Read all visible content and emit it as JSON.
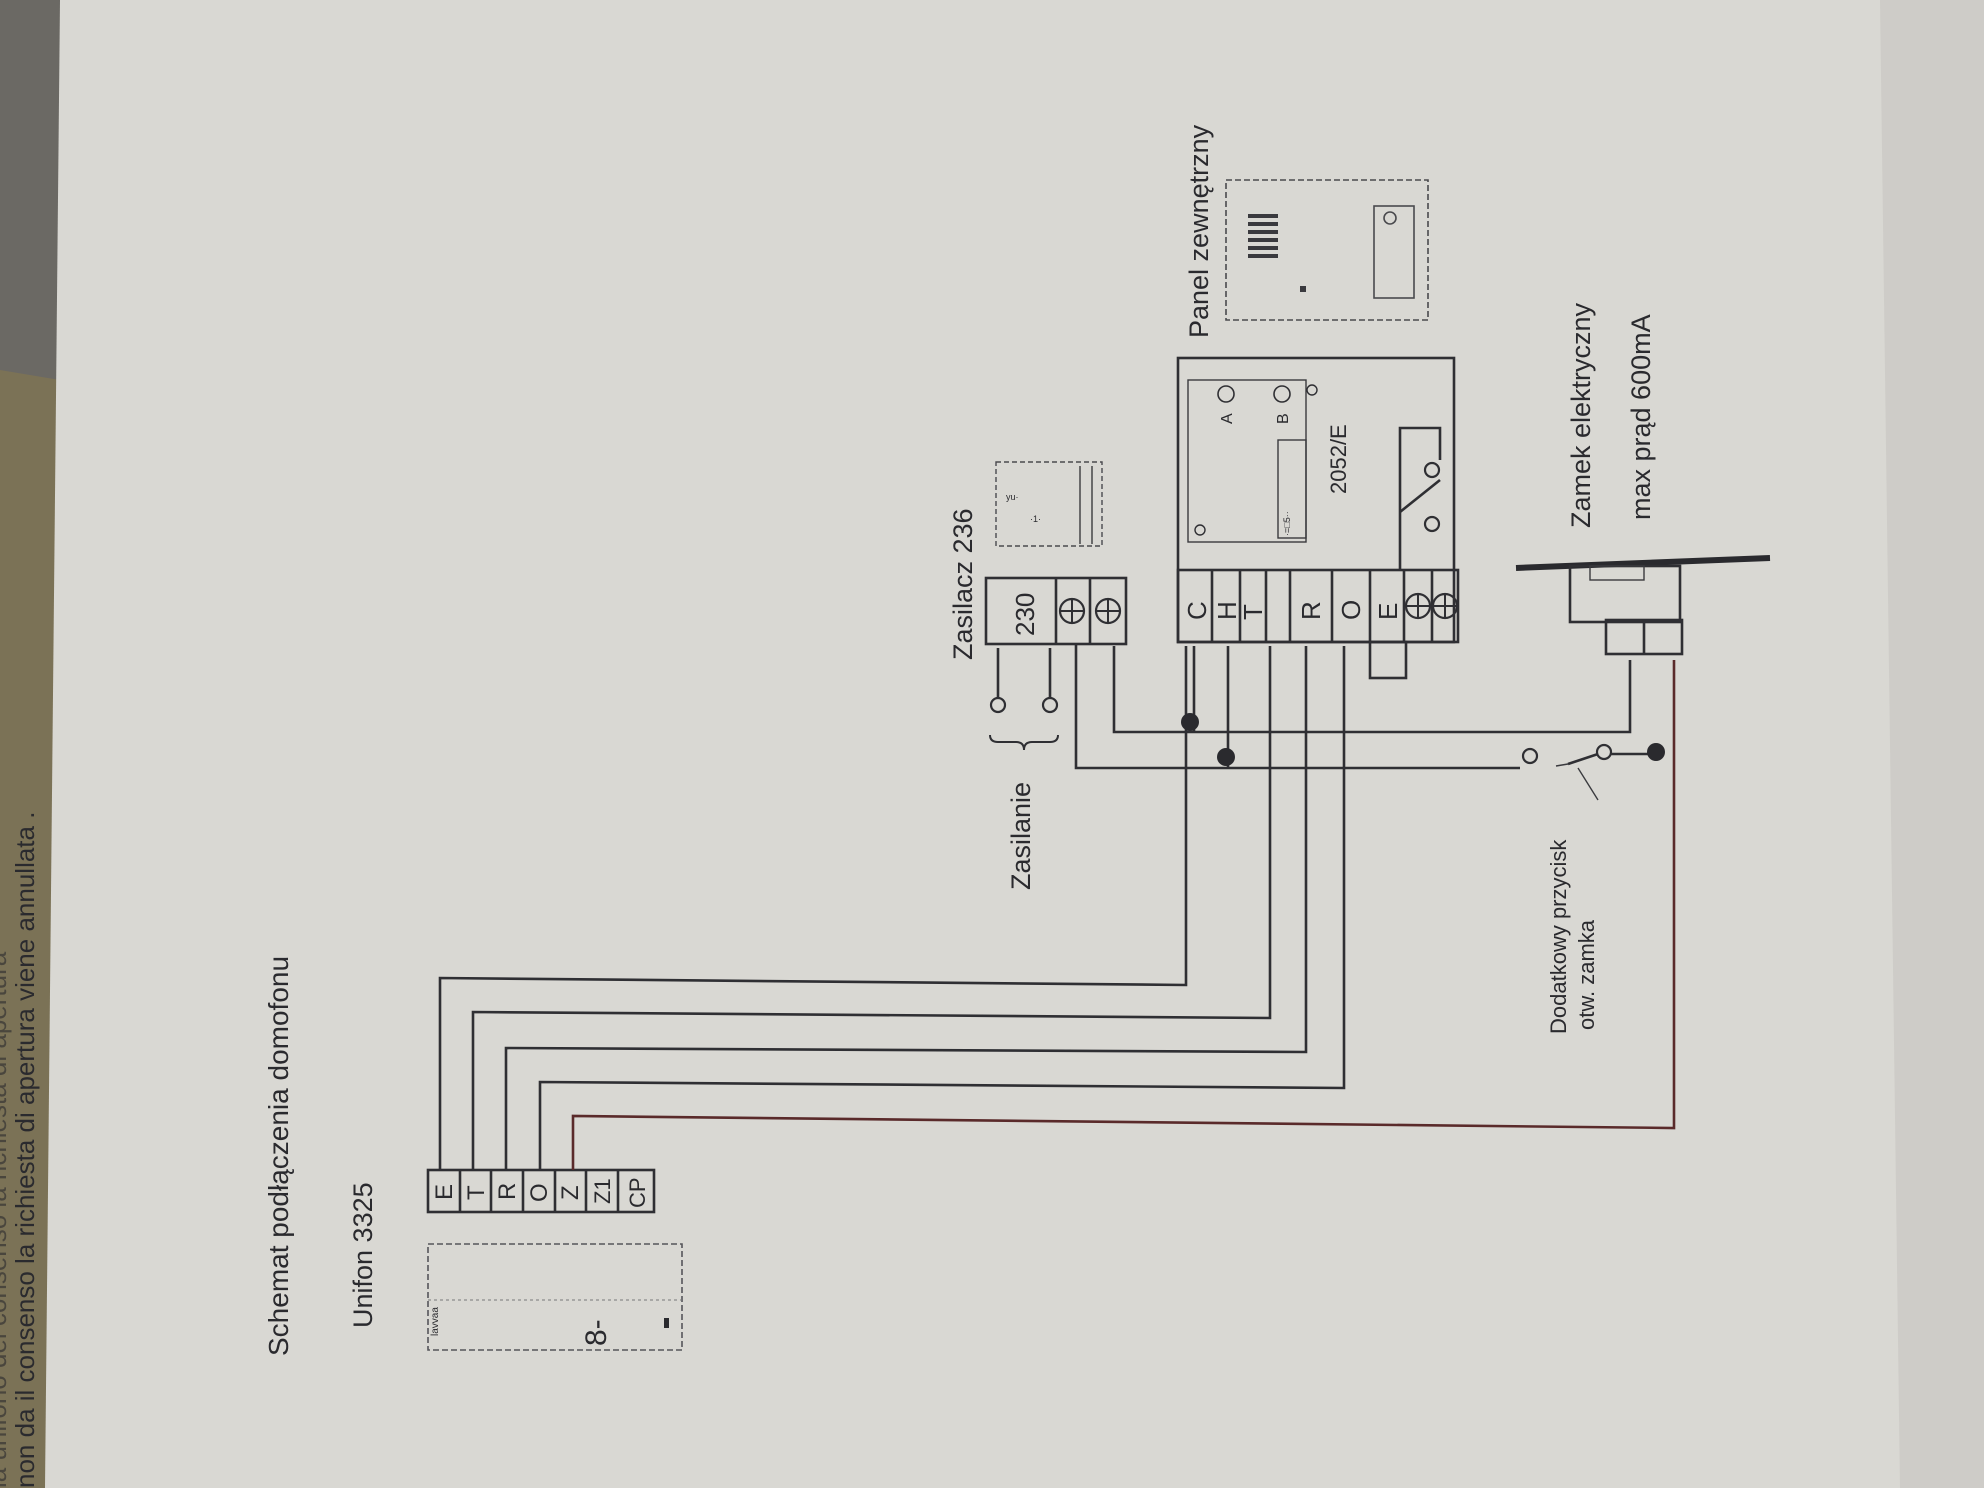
{
  "paper_edge": {
    "line1": "non da il consenso la richiesta di apertura viene annullata .",
    "line2": "la unifono del consenso la richiesta di apertura"
  },
  "diagram": {
    "title": "Schemat  podłączenia domofonu",
    "unifon": {
      "label": "Unifon 3325",
      "terminals": [
        "E",
        "T",
        "R",
        "O",
        "Z",
        "Z1",
        "CP"
      ]
    },
    "zasilacz": {
      "label": "Zasilacz 236",
      "voltage": "230"
    },
    "zasilanie": "Zasilanie",
    "panel": {
      "label": "Panel zewnętrzny",
      "model": "2052/E",
      "terminals": [
        "C",
        "H",
        "T",
        "R",
        "O",
        "E"
      ],
      "pot_a": "A",
      "pot_b": "B"
    },
    "button": {
      "line1": "Dodatkowy przycisk",
      "line2": "otw. zamka"
    },
    "lock": {
      "line1": "Zamek elektryczny",
      "line2": "max prąd 600mA"
    }
  },
  "colors": {
    "paper": "#d9d8d3",
    "ink": "#2a2a2e",
    "dark_edge": "#4a4843",
    "table": "#7a6f52"
  }
}
